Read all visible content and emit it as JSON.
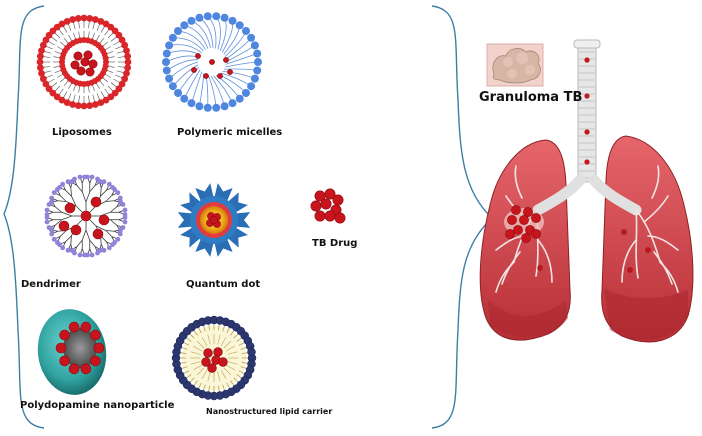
{
  "labels": {
    "liposomes": "Liposomes",
    "polymeric_micelles": "Polymeric micelles",
    "dendrimer": "Dendrimer",
    "quantum_dot": "Quantum dot",
    "tb_drug": "TB Drug",
    "polydopamine": "Polydopamine nanoparticle",
    "nlc": "Nanostructured lipid carrier",
    "granuloma": "Granuloma TB"
  },
  "colors": {
    "drug_red": "#c8141c",
    "liposome_head": "#d8262b",
    "micelle_head": "#4f86e0",
    "dendrimer_end": "#8f84d8",
    "quantum_blue": "#2a6fb6",
    "polydopamine_teal": "#2fa3a0",
    "nlc_head": "#2c3770",
    "lung_red": "#d9454b",
    "granuloma_pink": "#e6b7ad",
    "brace": "#3d7fa3"
  }
}
